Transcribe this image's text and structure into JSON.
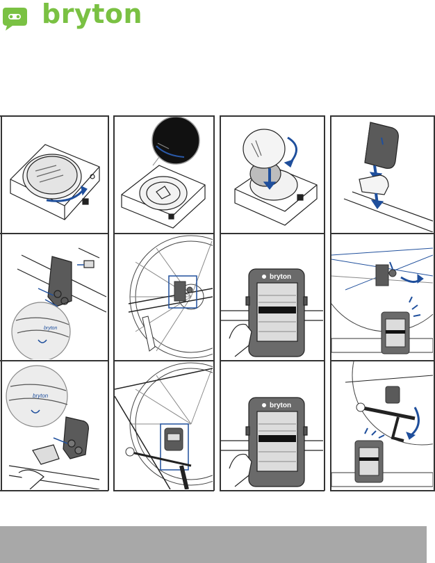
{
  "brand": {
    "name": "bryton",
    "color": "#7ac143",
    "icon": "chat-bubble-logo-icon"
  },
  "device": {
    "screen_brand": "bryton"
  },
  "steps": [
    {
      "id": 1,
      "scene": "sensor-base-with-battery-cover"
    },
    {
      "id": 2,
      "scene": "open-battery-slot-with-magnifier"
    },
    {
      "id": 3,
      "scene": "insert-battery-close-cover"
    },
    {
      "id": 4,
      "scene": "attach-sensor-to-rubber-pad"
    },
    {
      "id": 5,
      "scene": "align-magnet-on-chainstay"
    },
    {
      "id": 6,
      "scene": "sensor-mounted-on-rear-wheel"
    },
    {
      "id": 7,
      "scene": "device-screen-pairing"
    },
    {
      "id": 8,
      "scene": "spin-wheel-device-signal"
    },
    {
      "id": 9,
      "scene": "cadence-sensor-magnet-alignment"
    },
    {
      "id": 10,
      "scene": "sensor-mounted-near-crank"
    },
    {
      "id": 11,
      "scene": "device-screen-pairing-cadence"
    },
    {
      "id": 12,
      "scene": "rotate-crank-device-signal"
    }
  ]
}
